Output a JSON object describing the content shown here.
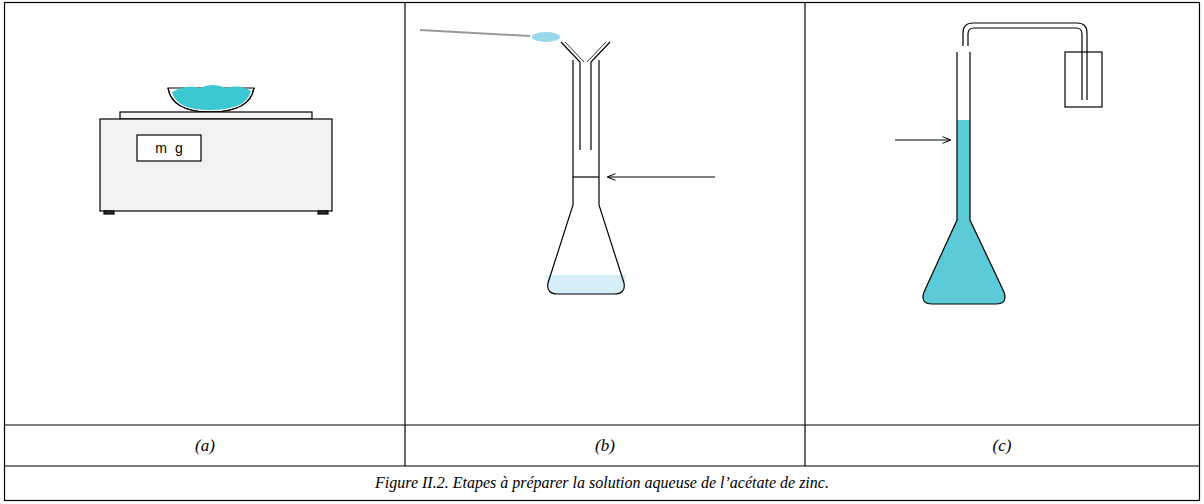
{
  "diagram": {
    "caption": "Figure II.2. Etapes à préparer la solution aqueuse de l’acétate de zinc.",
    "labels": [
      "m g",
      "(a)",
      "(b)",
      "(c)"
    ]
  }
}
